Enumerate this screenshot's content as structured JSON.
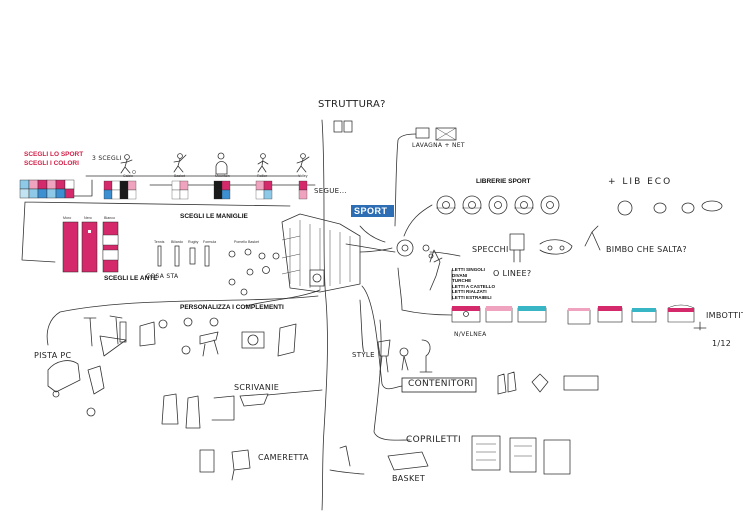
{
  "sketch": {
    "struttura": "STRUTTURA?",
    "scegli_lo_sport": "SCEGLI LO SPORT",
    "scegli_i_colori": "SCEGLI I COLORI",
    "scegli_le_maniglie": "SCEGLI LE MANIGLIE",
    "scegli_le_ante": "SCEGLI LE ANTE",
    "personalizza": "PERSONALIZZA I COMPLEMENTI",
    "librerie_sport": "LIBRERIE SPORT",
    "segue": "SEGUE...",
    "sport_logo": "SPORT",
    "specchi": "SPECCHI",
    "o_linee": "O LINEE?",
    "bimbo_che_salta": "BIMBO CHE SALTA?",
    "lib_eco": "+ LIB ECO",
    "imbottiti": "IMBOTTITI",
    "imbottiti_scale": "1/12",
    "novelnea": "N/VELNEA",
    "style": "STYLE",
    "contenitori": "CONTENITORI",
    "copriletti": "COPRILETTI",
    "scrivanie": "SCRIVANIE",
    "pistapc": "PISTA PC",
    "cameretta": "CAMERETTA",
    "basket": "BASKET",
    "lavagna_net": "LAVAGNA + NET",
    "scegli_label": "3 SCEGLI",
    "cosa_sta": "COSA STA",
    "sports": [
      "Calcio",
      "Basket",
      "Mountain",
      "Rollier",
      "Volley"
    ],
    "ante_labels": [
      "Moro",
      "Nero",
      "Bianco"
    ],
    "handle_labels": [
      "Tennis",
      "Biliardo",
      "Rugby",
      "Formula",
      "Pomello Basket"
    ],
    "letti_list": [
      "LETTI SINGOLI",
      "DIVANI",
      "TURCHE",
      "LETTI A CASTELLO",
      "LETTI RIALZATI",
      "LETTI ESTRAIBILI"
    ]
  },
  "colors": {
    "magenta": "#d42a6b",
    "pink": "#f0a3be",
    "lightblue": "#8ec9e8",
    "blue": "#3c8fd1",
    "cyan": "#38b6c6",
    "black": "#1a1a1a",
    "white": "#ffffff",
    "logo_blue": "#2d6db4"
  }
}
